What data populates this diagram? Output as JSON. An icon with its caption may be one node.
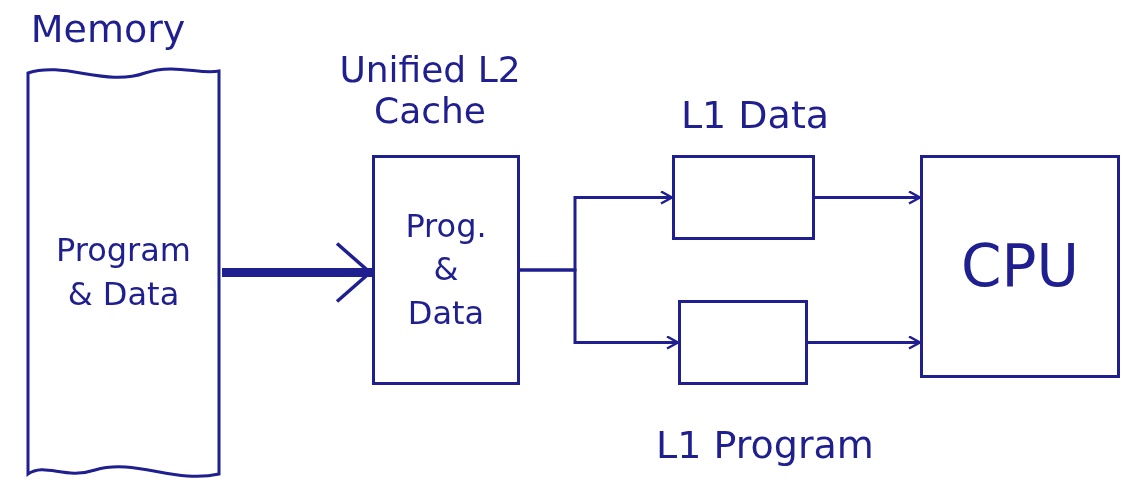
{
  "diagram": {
    "nodes": [
      {
        "text": [
          "Memory",
          "Program & Data"
        ]
      },
      {
        "text": [
          "Unified L2 Cache",
          "Prog. & Data"
        ]
      },
      {
        "text": [
          "L1 Data"
        ]
      },
      {
        "text": [
          "L1 Program"
        ]
      },
      {
        "text": [
          "CPU"
        ]
      }
    ],
    "edges": [
      {
        "from": 0,
        "to": 1,
        "arrow": "to",
        "style": "thick"
      },
      {
        "from": 1,
        "to": 2,
        "arrow": "to"
      },
      {
        "from": 1,
        "to": 3,
        "arrow": "to"
      },
      {
        "from": 2,
        "to": 4,
        "arrow": "to"
      },
      {
        "from": 3,
        "to": 4,
        "arrow": "to"
      }
    ]
  }
}
